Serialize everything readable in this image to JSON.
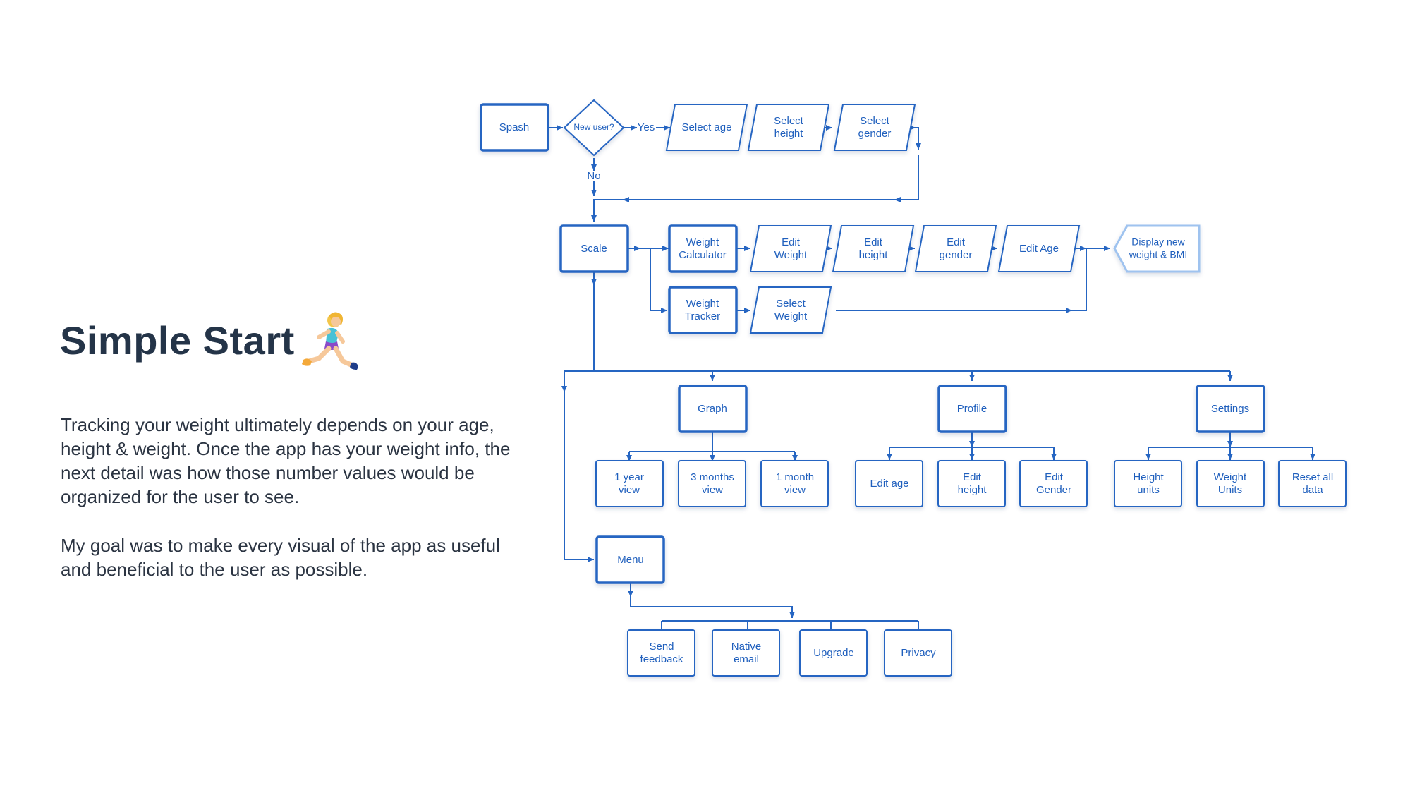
{
  "heading": {
    "title": "Simple Start"
  },
  "body": {
    "paragraph_1": "Tracking your weight ultimately depends on your age, height & weight. Once the app has your weight info, the next detail was how those number values would be organized for the user to see.",
    "paragraph_2": "My goal was to make every visual of the app as useful and beneficial to the user as possible."
  },
  "colors": {
    "accent": "#2565c2",
    "light_accent": "#9fc3ef",
    "text": "#243448"
  },
  "flowchart": {
    "nodes": {
      "splash": "Spash",
      "new_user": "New user?",
      "yes": "Yes",
      "no": "No",
      "select_age": "Select age",
      "select_height": [
        "Select",
        "height"
      ],
      "select_gender": [
        "Select",
        "gender"
      ],
      "scale": "Scale",
      "weight_calculator": [
        "Weight",
        "Calculator"
      ],
      "edit_weight": [
        "Edit",
        "Weight"
      ],
      "edit_height_p": [
        "Edit",
        "height"
      ],
      "edit_gender_p": [
        "Edit",
        "gender"
      ],
      "edit_age_p": "Edit Age",
      "display_new": [
        "Display new",
        "weight & BMI"
      ],
      "weight_tracker": [
        "Weight",
        "Tracker"
      ],
      "select_weight": [
        "Select",
        "Weight"
      ],
      "graph": "Graph",
      "profile": "Profile",
      "settings": "Settings",
      "year_view": [
        "1 year",
        "view"
      ],
      "months3_view": [
        "3 months",
        "view"
      ],
      "month1_view": [
        "1 month",
        "view"
      ],
      "edit_age": "Edit age",
      "edit_height": [
        "Edit",
        "height"
      ],
      "edit_gender": [
        "Edit",
        "Gender"
      ],
      "height_units": [
        "Height",
        "units"
      ],
      "weight_units": [
        "Weight",
        "Units"
      ],
      "reset_all": [
        "Reset all",
        "data"
      ],
      "menu": "Menu",
      "send_feedback": [
        "Send",
        "feedback"
      ],
      "native_email": [
        "Native",
        "email"
      ],
      "upgrade": "Upgrade",
      "privacy": "Privacy"
    }
  }
}
